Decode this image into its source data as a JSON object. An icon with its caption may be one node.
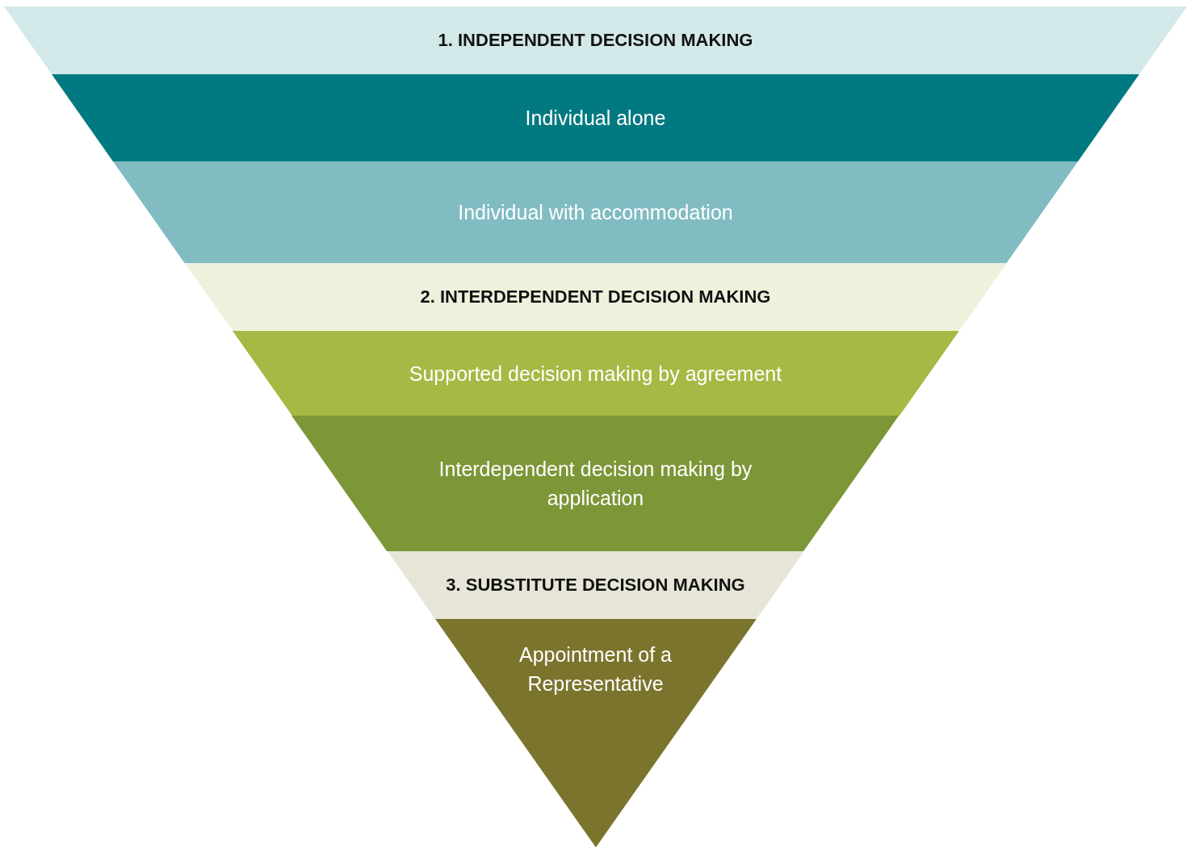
{
  "diagram": {
    "nodes": [
      {
        "text": [
          "1. INDEPENDENT DECISION MAKING"
        ]
      },
      {
        "text": [
          "Individual alone"
        ]
      },
      {
        "text": [
          "Individual with accommodation"
        ]
      },
      {
        "text": [
          "2. INTERDEPENDENT DECISION MAKING"
        ]
      },
      {
        "text": [
          "Supported decision making by agreement"
        ]
      },
      {
        "text": [
          "Interdependent decision making by application"
        ]
      },
      {
        "text": [
          "3. SUBSTITUTE DECISION MAKING"
        ]
      },
      {
        "text": [
          "Appointment of a Representative"
        ]
      }
    ]
  }
}
